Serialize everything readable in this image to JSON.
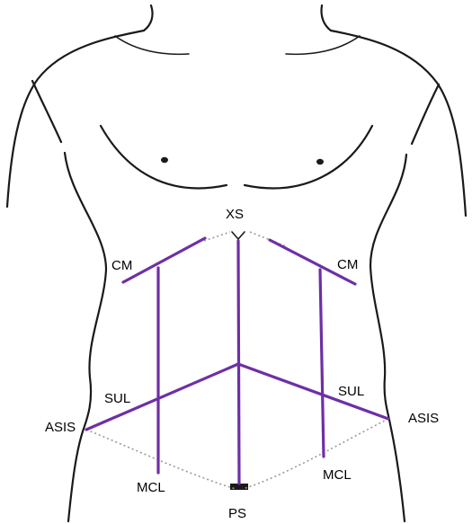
{
  "diagram": {
    "colors": {
      "outline": "#1a1a1a",
      "landmark_lines": "#6e2fa6",
      "dotted_lines": "#9a9a9a",
      "background": "#ffffff"
    },
    "labels": {
      "xs": "XS",
      "cm_left": "CM",
      "cm_right": "CM",
      "sul_left": "SUL",
      "sul_right": "SUL",
      "asis_left": "ASIS",
      "asis_right": "ASIS",
      "mcl_left": "MCL",
      "mcl_right": "MCL",
      "ps": "PS"
    }
  }
}
